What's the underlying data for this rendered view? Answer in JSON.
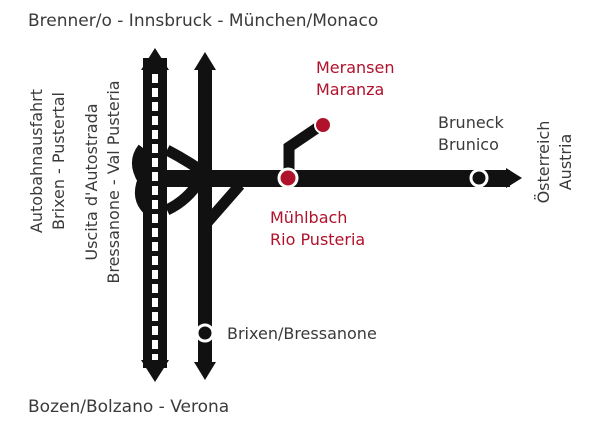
{
  "labels": {
    "north_route": "Brenner/o - Innsbruck - München/Monaco",
    "south_route": "Bozen/Bolzano - Verona",
    "exit_de_1": "Autobahnausfahrt",
    "exit_de_2": "Brixen - Pustertal",
    "exit_it_1": "Uscita d'Autostrada",
    "exit_it_2": "Bressanone - Val Pusteria",
    "meransen_de": "Meransen",
    "meransen_it": "Maranza",
    "muehlbach_de": "Mühlbach",
    "muehlbach_it": "Rio Pusteria",
    "bruneck_de": "Bruneck",
    "bruneck_it": "Brunico",
    "austria_de": "Österreich",
    "austria_en": "Austria",
    "brixen": "Brixen/Bressanone"
  },
  "colors": {
    "road": "#111111",
    "text": "#3a3a3a",
    "highlight": "#b0122c"
  }
}
